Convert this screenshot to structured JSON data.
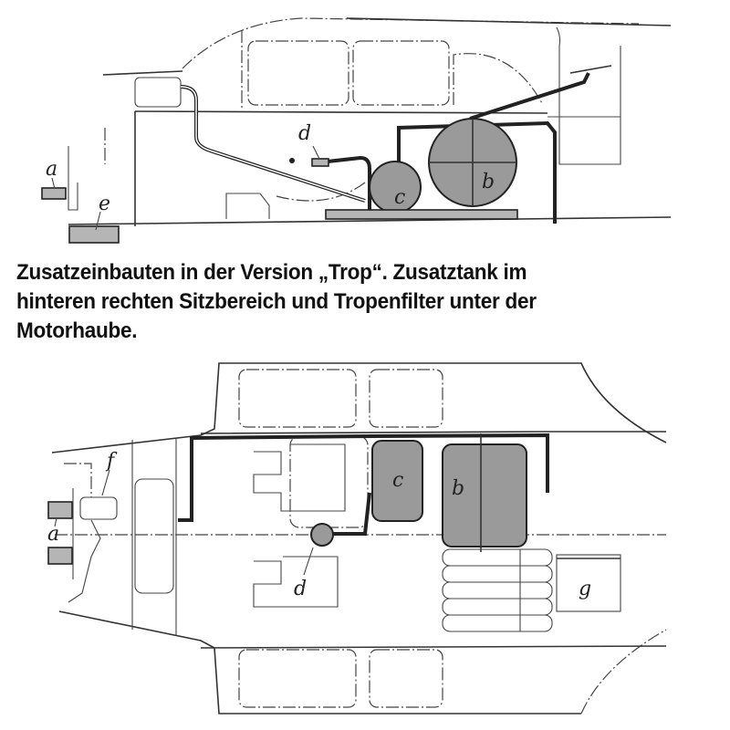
{
  "caption": {
    "line1": "Zusatzeinbauten in der Version „Trop“. Zusatztank im",
    "line2": "hinteren rechten Sitzbereich und Tropenfilter unter der",
    "line3": "Motorhaube."
  },
  "side_view": {
    "labels": {
      "a": "a",
      "b": "b",
      "c": "c",
      "d": "d",
      "e": "e"
    }
  },
  "top_view": {
    "labels": {
      "a": "a",
      "b": "b",
      "c": "c",
      "d": "d",
      "f": "f",
      "g": "g"
    }
  },
  "colors": {
    "ink": "#222222",
    "shading": "#9a9a9a",
    "background": "#ffffff"
  }
}
